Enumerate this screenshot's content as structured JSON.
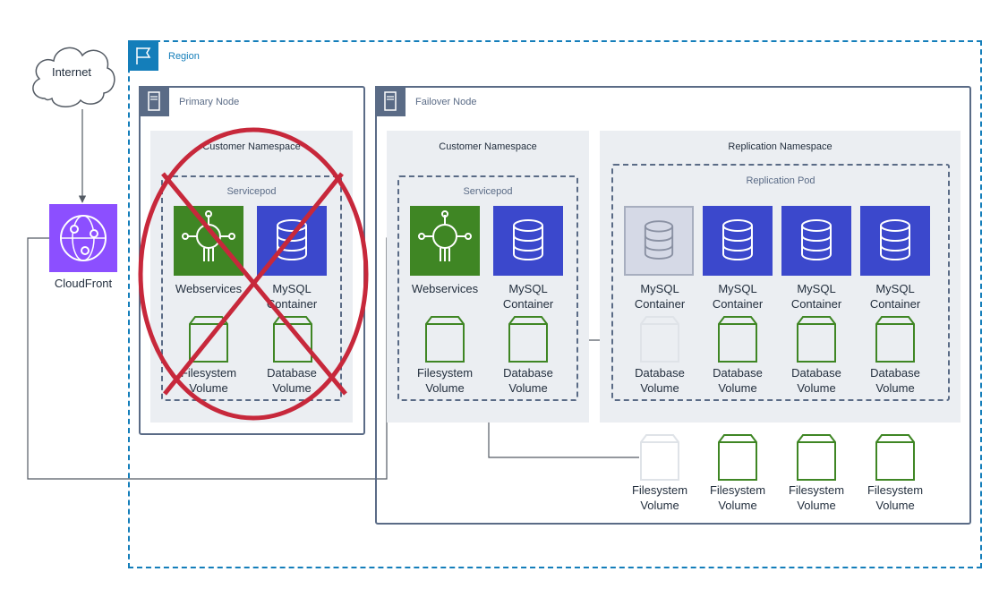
{
  "internet": {
    "label": "Internet"
  },
  "cloudfront": {
    "label": "CloudFront"
  },
  "region": {
    "label": "Region"
  },
  "primary": {
    "label": "Primary Node",
    "namespace": "Customer Namespace",
    "pod": "Servicepod",
    "web": [
      "Webservices"
    ],
    "mysql": [
      "MySQL",
      "Container"
    ],
    "fs": [
      "Filesystem",
      "Volume"
    ],
    "db": [
      "Database",
      "Volume"
    ]
  },
  "failover": {
    "label": "Failover Node",
    "customer": {
      "namespace": "Customer Namespace",
      "pod": "Servicepod",
      "web": [
        "Webservices"
      ],
      "mysql": [
        "MySQL",
        "Container"
      ],
      "fs": [
        "Filesystem",
        "Volume"
      ],
      "db": [
        "Database",
        "Volume"
      ]
    },
    "replication": {
      "namespace": "Replication Namespace",
      "pod": "Replication Pod",
      "containers": [
        {
          "l1": "MySQL",
          "l2": "Container"
        },
        {
          "l1": "MySQL",
          "l2": "Container"
        },
        {
          "l1": "MySQL",
          "l2": "Container"
        },
        {
          "l1": "MySQL",
          "l2": "Container"
        }
      ],
      "db_volumes": [
        {
          "l1": "Database",
          "l2": "Volume"
        },
        {
          "l1": "Database",
          "l2": "Volume"
        },
        {
          "l1": "Database",
          "l2": "Volume"
        },
        {
          "l1": "Database",
          "l2": "Volume"
        }
      ]
    },
    "fs_volumes": [
      {
        "l1": "Filesystem",
        "l2": "Volume"
      },
      {
        "l1": "Filesystem",
        "l2": "Volume"
      },
      {
        "l1": "Filesystem",
        "l2": "Volume"
      },
      {
        "l1": "Filesystem",
        "l2": "Volume"
      }
    ]
  },
  "colors": {
    "region": "#147eba",
    "node": "#5a6b86",
    "green": "#3f8624",
    "blue": "#3b48cc",
    "purple": "#8c4fff",
    "cross": "#c7283b"
  }
}
